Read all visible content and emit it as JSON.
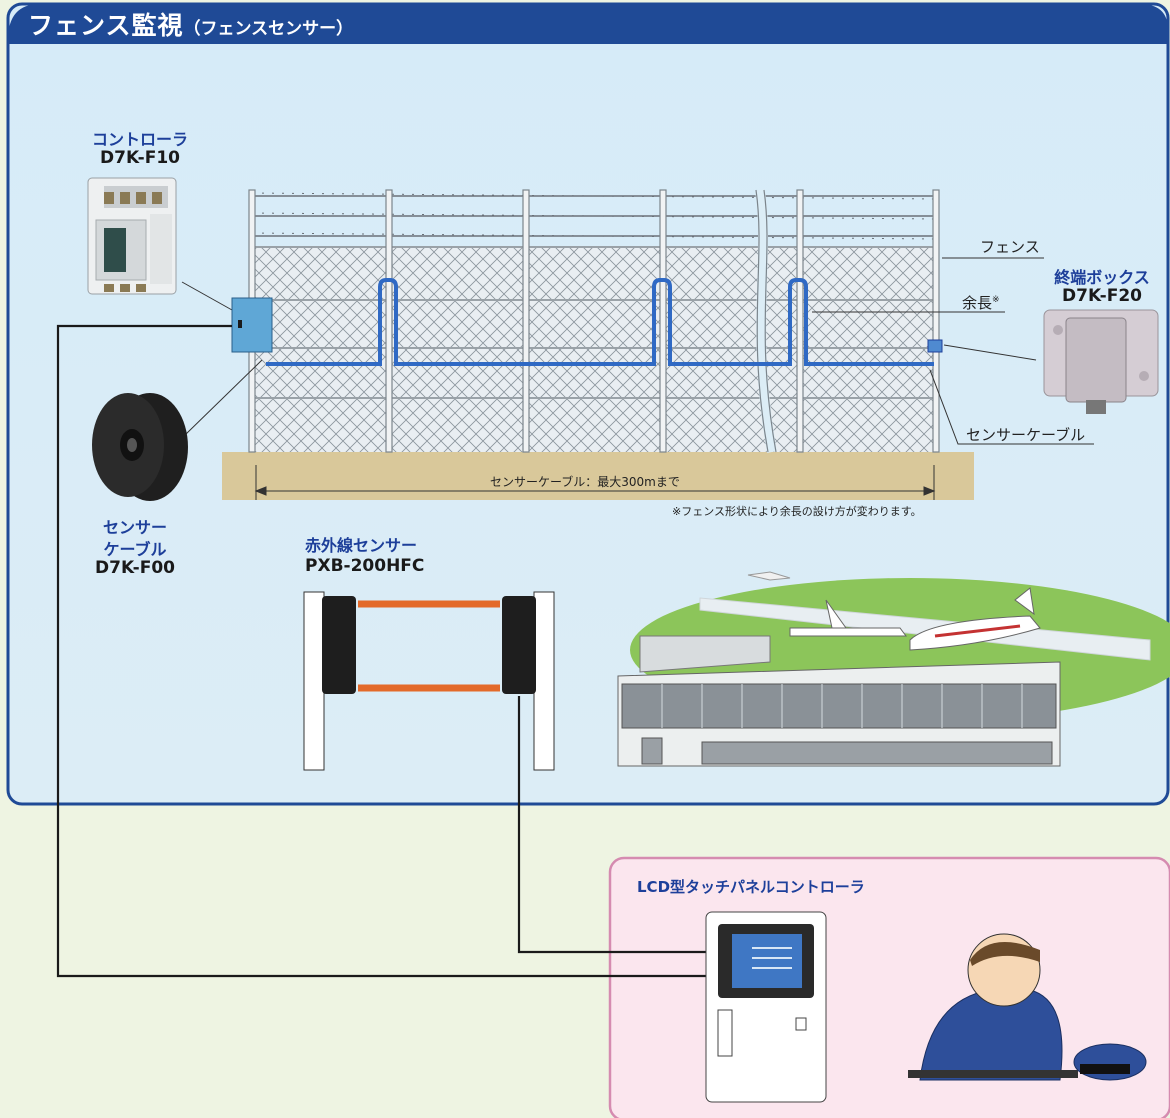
{
  "title": {
    "main": "フェンス監視",
    "sub": "（フェンスセンサー）"
  },
  "controller": {
    "name": "コントローラ",
    "model": "D7K-F10"
  },
  "sensor_cable": {
    "name_line1": "センサー",
    "name_line2": "ケーブル",
    "model": "D7K-F00"
  },
  "terminal_box": {
    "name": "終端ボックス",
    "model": "D7K-F20"
  },
  "fence_labels": {
    "fence": "フェンス",
    "slack": "余長",
    "slack_mark": "※",
    "cable": "センサーケーブル"
  },
  "cable_length": "センサーケーブル：最大300mまで",
  "footnote": "※フェンス形状により余長の設け方が変わります。",
  "ir_sensor": {
    "name": "赤外線センサー",
    "model": "PXB-200HFC"
  },
  "lcd_controller": {
    "name": "LCD型タッチパネルコントローラ"
  },
  "colors": {
    "header": "#1f4a96",
    "panel_blue": "#d8ecf8",
    "panel_pink": "#fbe6ee",
    "pink_border": "#d58bb0",
    "sensor_cable": "#2f69c4",
    "ir_beam": "#e36a2a",
    "label_blue": "#1d3f9a",
    "ground": "#d9c89a",
    "grass": "#8cc55a"
  }
}
